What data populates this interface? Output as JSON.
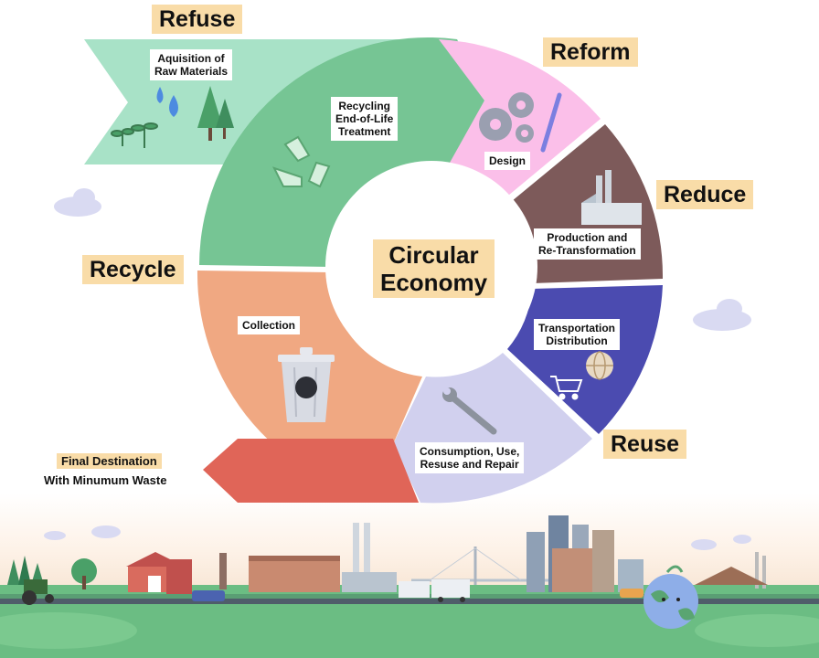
{
  "title": "Circular\nEconomy",
  "stages": {
    "refuse": "Refuse",
    "reform": "Reform",
    "reduce": "Reduce",
    "reuse": "Reuse",
    "recycle": "Recycle"
  },
  "steps": {
    "raw": "Aquisition of\nRaw Materials",
    "recycling": "Recycling\nEnd-of-Life\nTreatment",
    "design": "Design",
    "production": "Production and\nRe-Transformation",
    "transport": "Transportation\nDistribution",
    "consumption": "Consumption, Use,\nResuse and Repair",
    "collection": "Collection"
  },
  "final": {
    "label": "Final Destination",
    "sub": "With Minumum Waste"
  },
  "colors": {
    "refuse": "#a8e2c7",
    "recycling": "#76c594",
    "reform": "#fbbfe9",
    "reduce": "#7d5a5a",
    "reuse_distribution": "#4b4bb0",
    "consumption": "#d1d0ee",
    "collection": "#f0a882",
    "final": "#e06558",
    "label_bg": "#f9dca8"
  }
}
